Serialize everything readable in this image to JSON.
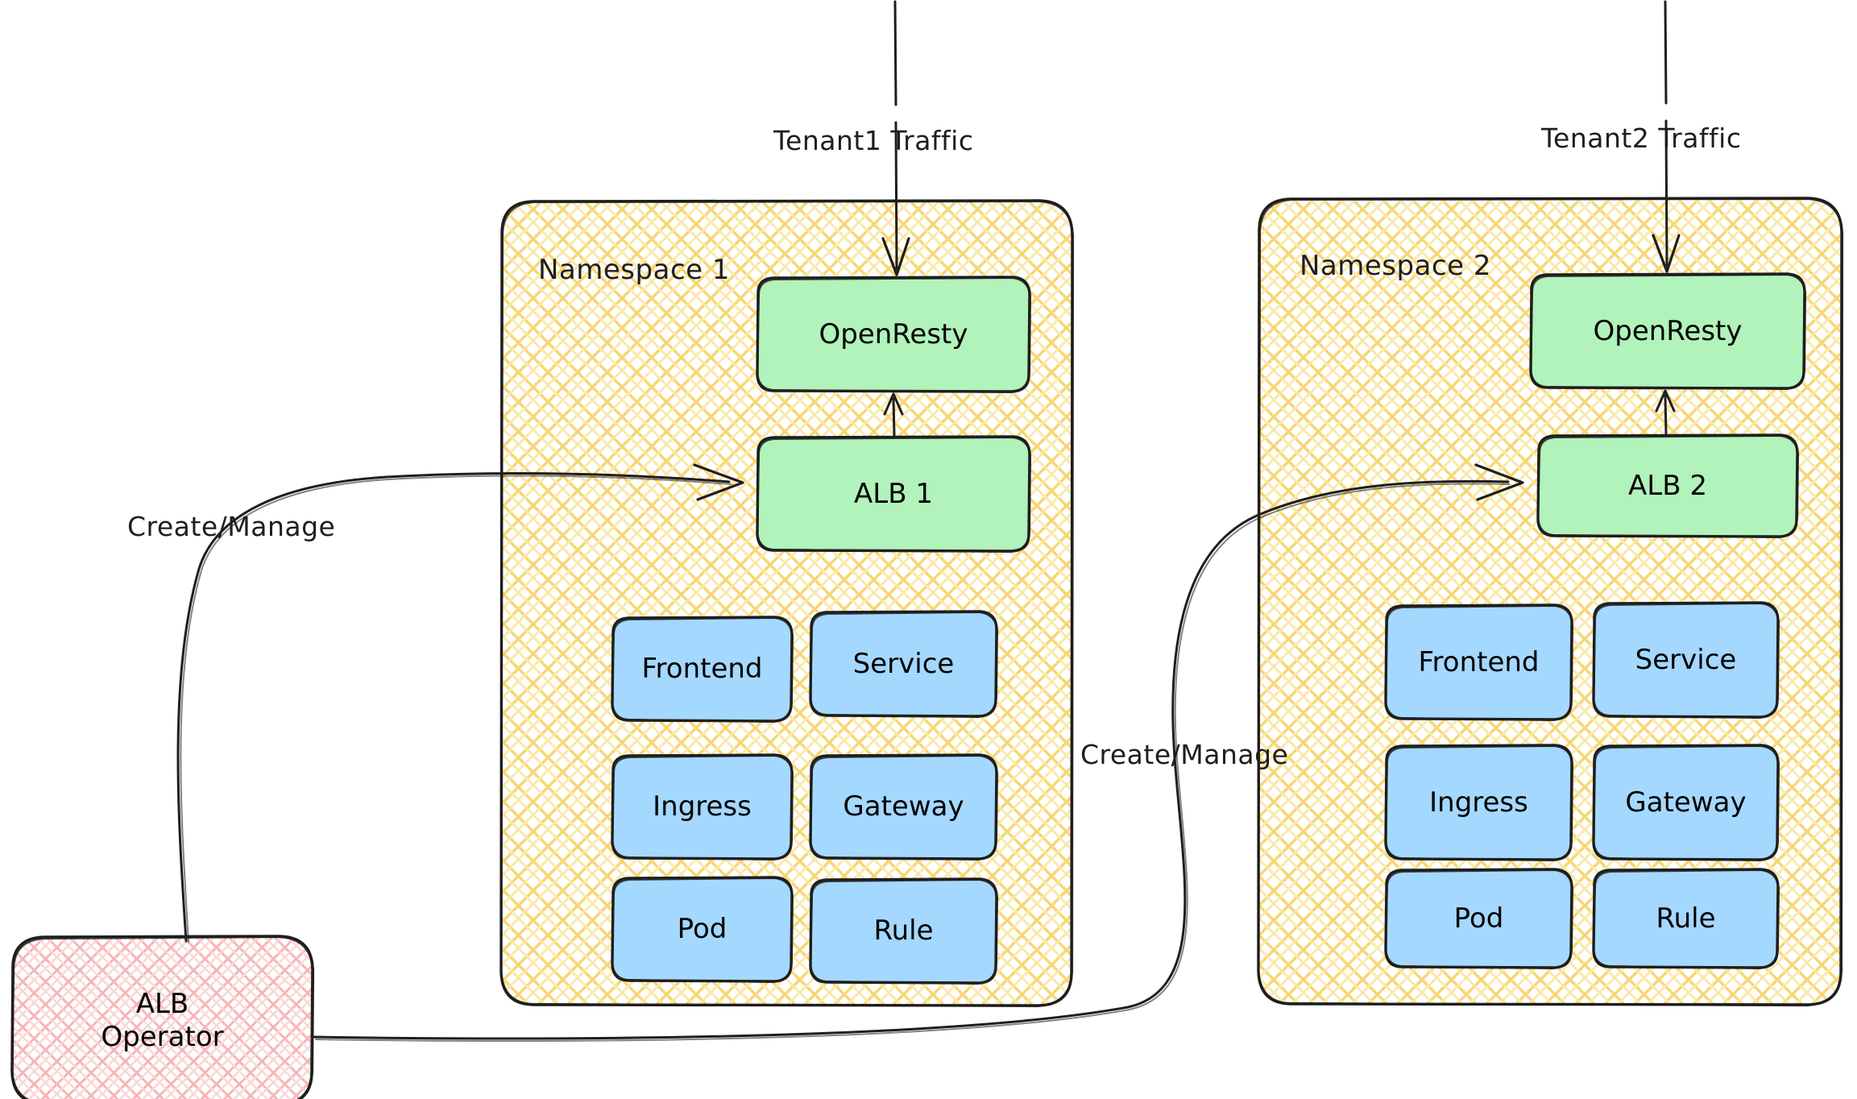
{
  "diagram": {
    "title": "ALB Operator multi-tenant namespace architecture",
    "background": "#ffffff",
    "colors": {
      "stroke": "#1e1e1e",
      "namespace_fill": "#f5d87a",
      "namespace_fill_hex": "#ffec99",
      "green_fill": "#b2f2bb",
      "blue_fill": "#a5d8ff",
      "pink_fill": "#ffc9c9",
      "text": "#1e1e1e"
    }
  },
  "traffic": [
    {
      "id": "tenant1",
      "label": "Tenant1 Traffic"
    },
    {
      "id": "tenant2",
      "label": "Tenant2 Traffic"
    }
  ],
  "edge_labels": [
    {
      "id": "create-manage-1",
      "label": "Create/Manage"
    },
    {
      "id": "create-manage-2",
      "label": "Create/Manage"
    }
  ],
  "operator": {
    "id": "alb-operator",
    "line1": "ALB",
    "line2": "Operator",
    "fill": "#ffc9c9"
  },
  "namespaces": [
    {
      "id": "namespace-1",
      "label": "Namespace 1",
      "gateway": {
        "id": "openresty-1",
        "label": "OpenResty",
        "fill": "#b2f2bb"
      },
      "alb": {
        "id": "alb-1",
        "label": "ALB 1",
        "fill": "#b2f2bb"
      },
      "resources": [
        {
          "id": "frontend-1",
          "label": "Frontend",
          "fill": "#a5d8ff"
        },
        {
          "id": "service-1",
          "label": "Service",
          "fill": "#a5d8ff"
        },
        {
          "id": "ingress-1",
          "label": "Ingress",
          "fill": "#a5d8ff"
        },
        {
          "id": "gateway-1",
          "label": "Gateway",
          "fill": "#a5d8ff"
        },
        {
          "id": "pod-1",
          "label": "Pod",
          "fill": "#a5d8ff"
        },
        {
          "id": "rule-1",
          "label": "Rule",
          "fill": "#a5d8ff"
        }
      ]
    },
    {
      "id": "namespace-2",
      "label": "Namespace 2",
      "gateway": {
        "id": "openresty-2",
        "label": "OpenResty",
        "fill": "#b2f2bb"
      },
      "alb": {
        "id": "alb-2",
        "label": "ALB 2",
        "fill": "#b2f2bb"
      },
      "resources": [
        {
          "id": "frontend-2",
          "label": "Frontend",
          "fill": "#a5d8ff"
        },
        {
          "id": "service-2",
          "label": "Service",
          "fill": "#a5d8ff"
        },
        {
          "id": "ingress-2",
          "label": "Ingress",
          "fill": "#a5d8ff"
        },
        {
          "id": "gateway-2",
          "label": "Gateway",
          "fill": "#a5d8ff"
        },
        {
          "id": "pod-2",
          "label": "Pod",
          "fill": "#a5d8ff"
        },
        {
          "id": "rule-2",
          "label": "Rule",
          "fill": "#a5d8ff"
        }
      ]
    }
  ]
}
